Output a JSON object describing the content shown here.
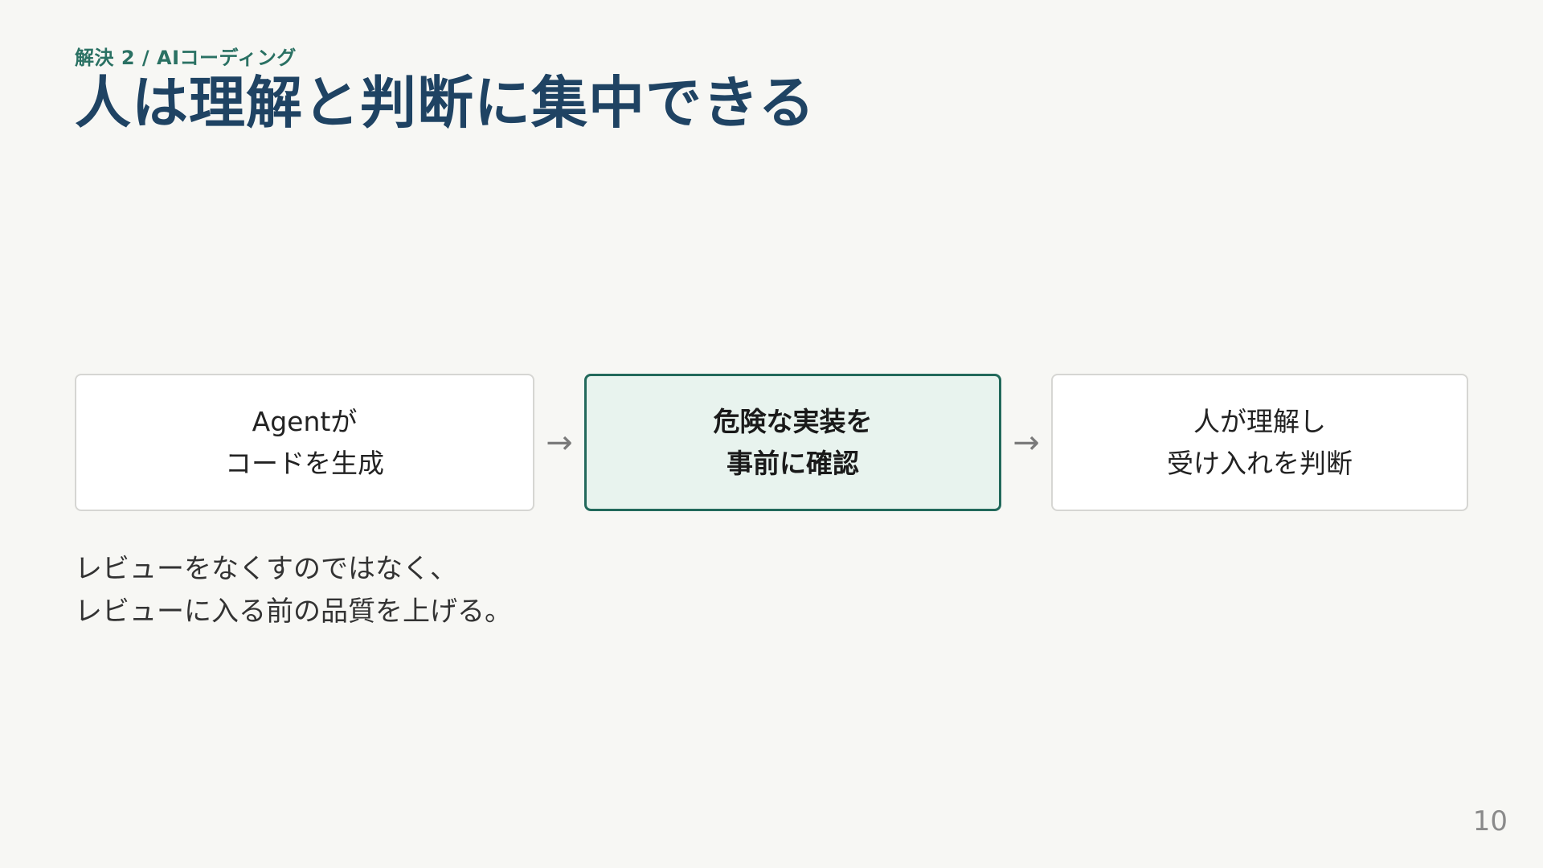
{
  "slide": {
    "eyebrow": "解決 2 / AIコーディング",
    "title": "人は理解と判断に集中できる",
    "page_number": "10"
  },
  "flow": {
    "steps": [
      {
        "line1": "Agentが",
        "line2": "コードを生成"
      },
      {
        "line1": "危険な実装を",
        "line2": "事前に確認"
      },
      {
        "line1": "人が理解し",
        "line2": "受け入れを判断"
      }
    ],
    "arrow": "→"
  },
  "message": {
    "line1": "レビューをなくすのではなく、",
    "line2": "レビューに入る前の品質を上げる。"
  },
  "colors": {
    "background": "#f7f7f4",
    "eyebrow": "#2a7163",
    "title": "#1f4363",
    "highlight_border": "#22695b",
    "highlight_fill": "#e8f3ee"
  }
}
